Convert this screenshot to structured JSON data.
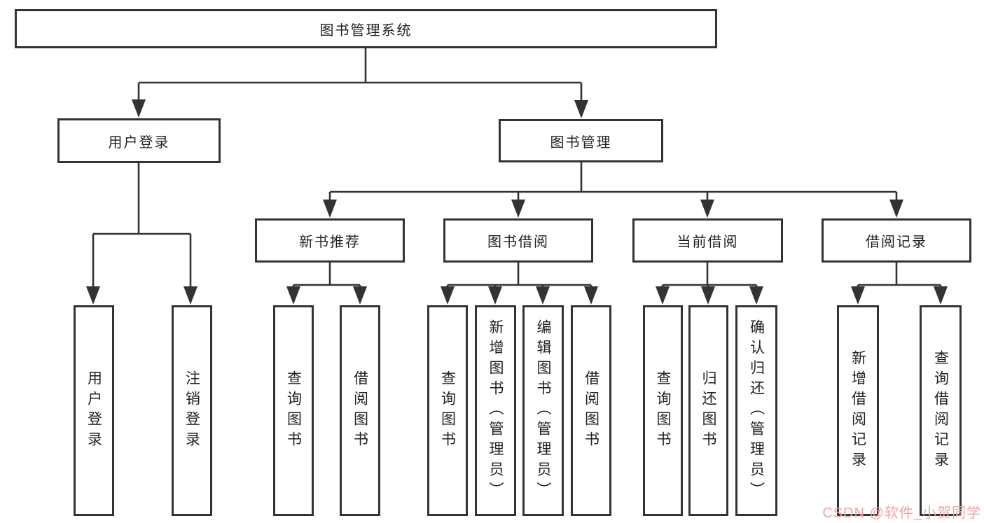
{
  "diagram": {
    "root": {
      "label": "图书管理系统"
    },
    "level2": [
      {
        "label": "用户登录",
        "children": [
          "用户登录",
          "注销登录"
        ]
      },
      {
        "label": "图书管理"
      }
    ],
    "level3": [
      {
        "label": "新书推荐",
        "children": [
          "查询图书",
          "借阅图书"
        ]
      },
      {
        "label": "图书借阅",
        "children": [
          "查询图书",
          "新增图书（管理员）",
          "编辑图书（管理员）",
          "借阅图书"
        ]
      },
      {
        "label": "当前借阅",
        "children": [
          "查询图书",
          "归还图书",
          "确认归还（管理员）"
        ]
      },
      {
        "label": "借阅记录",
        "children": [
          "新增借阅记录",
          "查询借阅记录"
        ]
      }
    ],
    "colors": {
      "line": "#333333",
      "box_border": "#333333",
      "text": "#1f1f26",
      "background": "#ffffff",
      "watermark": "#f0a3a3"
    }
  },
  "watermark": {
    "text": "CSDN @软件_小贺同学"
  }
}
